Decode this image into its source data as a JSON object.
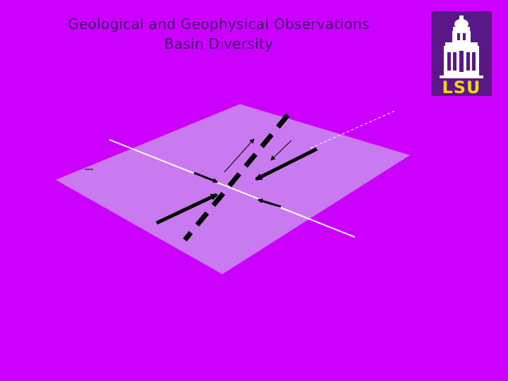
{
  "slide": {
    "title_line1": "Geological and Geophysical Observations",
    "title_line2": "Basin Diversity",
    "background_color": "#cc00ff"
  },
  "logo": {
    "text": "LSU",
    "icon": "lsu-memorial-tower-icon",
    "text_color": "#f2d60f",
    "building_color": "#ffffff",
    "background_color": "#5a1787"
  },
  "diagram": {
    "plane_color": "#c97af0",
    "white_line_color": "#ffffff",
    "arrow_color": "#000000",
    "dashed_fault_color": "#000000"
  }
}
